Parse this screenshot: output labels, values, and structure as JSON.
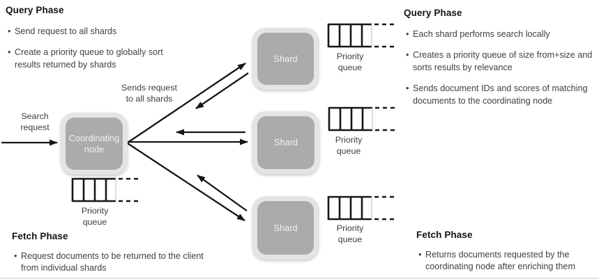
{
  "panels": {
    "query_left": {
      "heading": "Query Phase",
      "bullets": [
        "Send request to all shards",
        "Create a priority queue to globally sort\nresults returned by shards"
      ]
    },
    "query_right": {
      "heading": "Query Phase",
      "bullets": [
        "Each shard performs search locally",
        "Creates a priority queue of size from+size and\nsorts results by relevance",
        "Sends document IDs and scores of matching\ndocuments to the coordinating node"
      ]
    },
    "fetch_left": {
      "heading": "Fetch Phase",
      "bullets": [
        "Request documents to be returned to the client\nfrom individual shards"
      ]
    },
    "fetch_right": {
      "heading": "Fetch Phase",
      "bullets": [
        "Returns documents requested by the\ncoordinating node after enriching them"
      ]
    }
  },
  "diagram": {
    "coordinating_node_label": "Coordinating\nnode",
    "shards": [
      "Shard",
      "Shard",
      "Shard"
    ],
    "search_request_label": "Search\nrequest",
    "sends_request_label": "Sends request\nto all shards",
    "priority_queue_label": "Priority\nqueue",
    "colors": {
      "box_outer": "#e4e4e4",
      "box_inner": "#ababab",
      "box_text": "#f0f0f0",
      "arrow": "#161616"
    }
  }
}
